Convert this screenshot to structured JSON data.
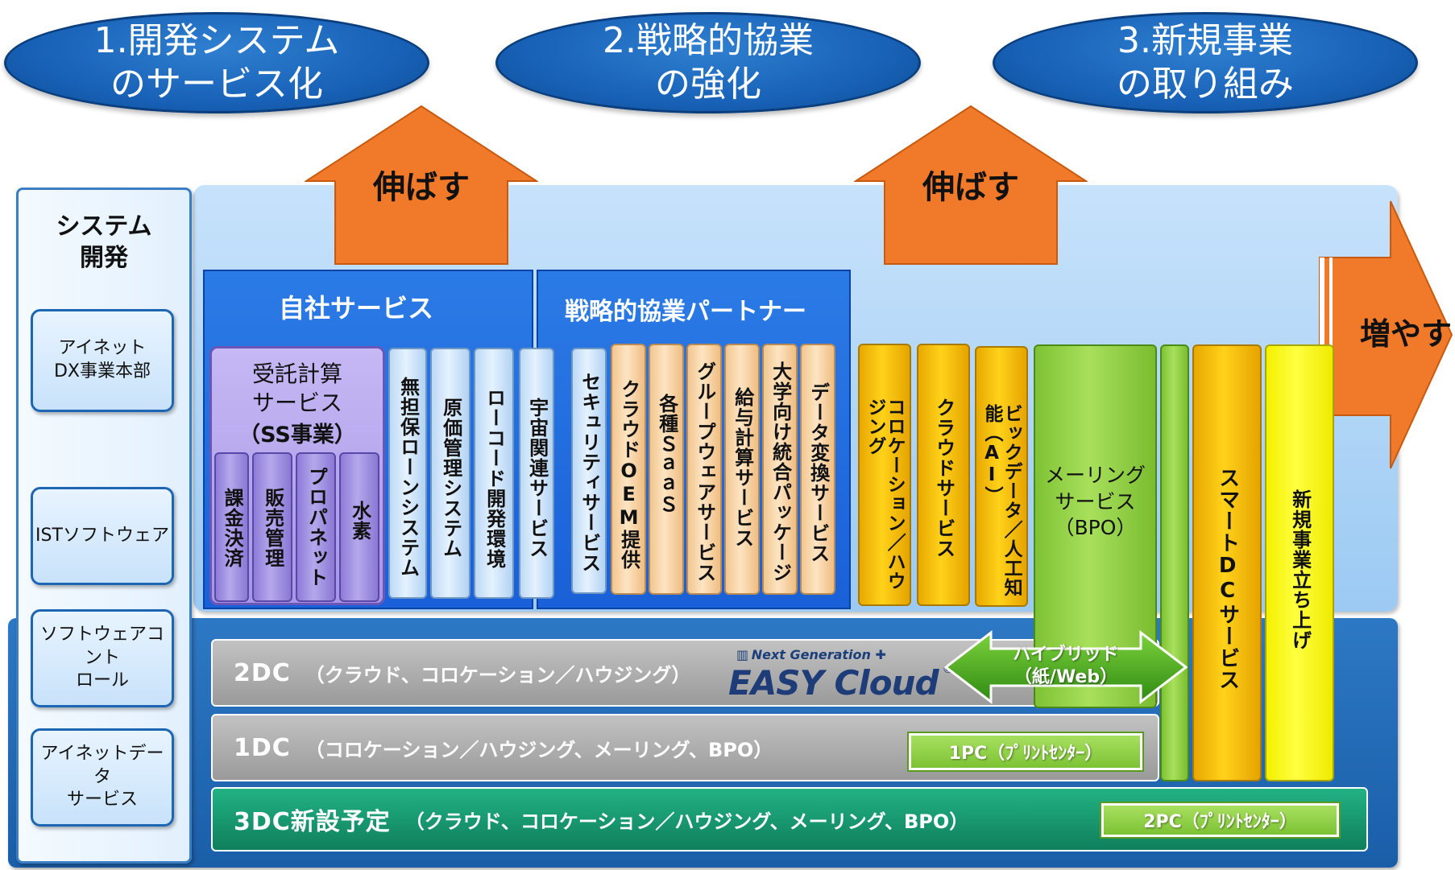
{
  "goals": [
    {
      "text": "1.開発システム\nのサービス化"
    },
    {
      "text": "2.戦略的協業\nの強化"
    },
    {
      "text": "3.新規事業\nの取り組み"
    }
  ],
  "arrows": {
    "extend_1": "伸ばす",
    "extend_2": "伸ばす",
    "increase": "増やす"
  },
  "sidebar": {
    "title": "システム\n開発",
    "items": [
      "アイネット\nDX事業本部",
      "ISTソフトウェア",
      "ソフトウェアコント\nロール",
      "アイネットデータ\nサービス"
    ]
  },
  "own_services": {
    "header": "自社サービス",
    "ss_title": "受託計算\nサービス",
    "ss_sub": "（SS事業）",
    "ss_items": [
      "課金決済",
      "販売管理",
      "プロパネット",
      "水素"
    ],
    "columns": [
      "無担保ローンシステム",
      "原価管理システム",
      "ローコード開発環境",
      "宇宙関連サービス"
    ]
  },
  "partners": {
    "header": "戦略的協業パートナー",
    "columns": [
      "セキュリティサービス",
      "クラウドOEM提供",
      "各種ＳａａＳ",
      "グループウェアサービス",
      "給与計算サービス",
      "大学向け統合パッケージ",
      "データ変換サービス"
    ]
  },
  "dc_services": {
    "columns": [
      "コロケーション／ハウジング",
      "クラウドサービス",
      "ビックデータ／人工知能（AI）"
    ],
    "mailing": "メーリング\nサービス\n（BPO）",
    "smart_dc": "スマートDCサービス",
    "new_business": "新規事業立ち上げ"
  },
  "dc_bars": [
    {
      "main": "2DC",
      "sub": "（クラウド、コロケーション／ハウジング）"
    },
    {
      "main": "1DC",
      "sub": "（コロケーション／ハウジング、メーリング、BPO）"
    },
    {
      "main": "3DC新設予定",
      "sub": "（クラウド、コロケーション／ハウジング、メーリング、BPO）"
    }
  ],
  "easy_cloud": {
    "tag": "Next Generation",
    "name": "EASY Cloud",
    "mark": "®"
  },
  "hybrid": "ハイブリッド\n（紙/Web）",
  "print_centers": [
    "1PC（ﾌﾟﾘﾝﾄｾﾝﾀｰ）",
    "2PC（ﾌﾟﾘﾝﾄｾﾝﾀｰ）"
  ],
  "colors": {
    "blue": "#1862b8",
    "orange": "#f07a2a",
    "green": "#7fc234",
    "teal": "#15966e"
  }
}
